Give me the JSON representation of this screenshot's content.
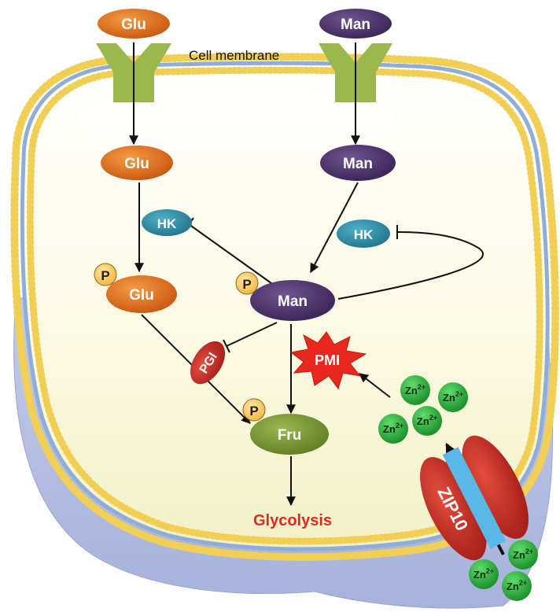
{
  "membrane_label": "Cell membrane",
  "nodes": {
    "glu_outside": "Glu",
    "man_outside": "Man",
    "glu_inside": "Glu",
    "man_inside": "Man",
    "glu_p": "Glu",
    "man_p": "Man",
    "fru_p": "Fru",
    "hk_left": "HK",
    "hk_right": "HK",
    "pgi": "PGI",
    "pmi": "PMI",
    "phospho": "P",
    "zip10": "ZIP10",
    "glycolysis": "Glycolysis",
    "zinc_base": "Zn",
    "zinc_charge": "2+"
  },
  "colors": {
    "glucose": "#dd6a16",
    "mannose": "#4b2f6b",
    "fructose": "#6f8f2c",
    "hk": "#2f8aa3",
    "pgi": "#c22727",
    "pmi": "#e8271d",
    "zinc": "#2aa43a",
    "zip10": "#e03126",
    "membrane": "#8eaed8",
    "cytoplasm": "#fbf9e2",
    "glycolysis_text": "#e02a20"
  }
}
